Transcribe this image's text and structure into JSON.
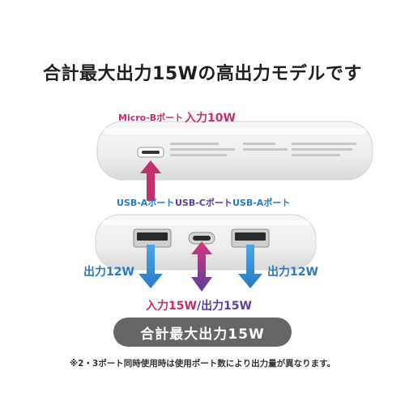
{
  "headline": "合計最大出力15Wの高出力モデルです",
  "device_top": {
    "port_label": "Micro-Bポート",
    "rate_label": "入力10W"
  },
  "device_front": {
    "left_port_label": "USB-Aポート",
    "center_port_label": "USB-Cポート",
    "right_port_label": "USB-Aポート",
    "left_rate": "出力12W",
    "right_rate": "出力12W",
    "center_rate_in": "入力15W",
    "center_rate_sep": "/",
    "center_rate_out": "出力15W"
  },
  "badge": "合計最大出力15W",
  "note": "※2・3ポート同時使用時は使用ポート数により出力量が異なります。",
  "colors": {
    "pink": "#c2306e",
    "blue": "#2a79c5",
    "purple": "#5b3ea0",
    "badge": "#666666"
  }
}
